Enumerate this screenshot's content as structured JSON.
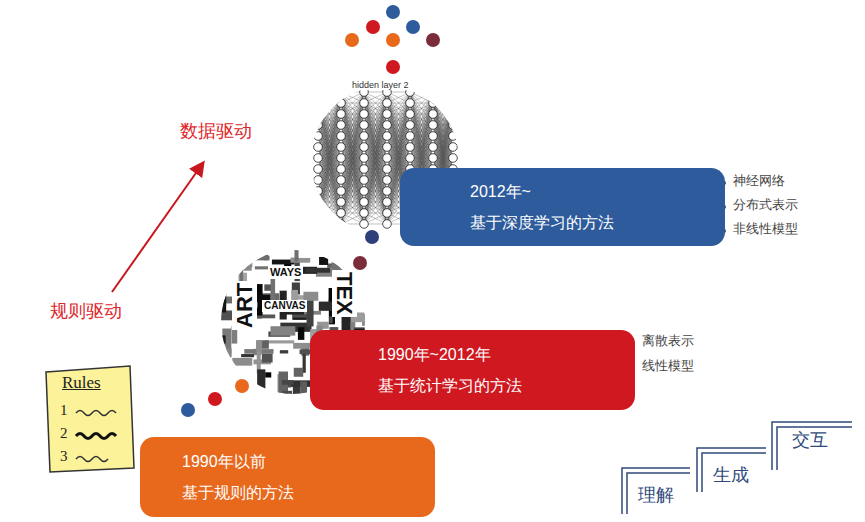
{
  "diagram": {
    "nodes": [
      {
        "text": [
          "1990年以前",
          "基于规则的方法"
        ]
      },
      {
        "text": [
          "1990年~2012年",
          "基于统计学习的方法"
        ]
      },
      {
        "text": [
          "2012年~",
          "基于深度学习的方法"
        ]
      }
    ],
    "labels": [
      "数据驱动",
      "规则驱动",
      "Rules",
      "1",
      "2",
      "3",
      "hidden layer 2",
      "ART",
      "TEX",
      "CANVAS",
      "WAYS",
      "离散表示",
      "线性模型",
      "神经网络",
      "分布式表示",
      "非线性模型",
      "理解",
      "生成",
      "交互"
    ]
  }
}
